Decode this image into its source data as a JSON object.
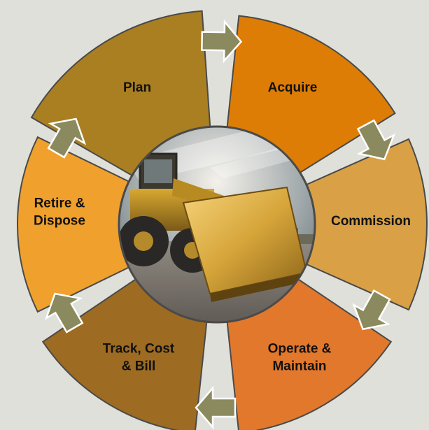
{
  "diagram": {
    "segments": [
      {
        "id": "plan",
        "lines": [
          "Plan"
        ],
        "color": "#a97f22"
      },
      {
        "id": "acquire",
        "lines": [
          "Acquire"
        ],
        "color": "#de7d05"
      },
      {
        "id": "commission",
        "lines": [
          "Commission"
        ],
        "color": "#d9a046"
      },
      {
        "id": "operate",
        "lines": [
          "Operate &",
          "Maintain"
        ],
        "color": "#e2782c"
      },
      {
        "id": "track",
        "lines": [
          "Track, Cost",
          "& Bill"
        ],
        "color": "#9d6b22"
      },
      {
        "id": "retire",
        "lines": [
          "Retire &",
          "Dispose"
        ],
        "color": "#f0a02c"
      }
    ],
    "arrow_color": "#8a8a5e",
    "outline_color": "#4a4a4a",
    "center_image": "wheel-loader-photo"
  }
}
